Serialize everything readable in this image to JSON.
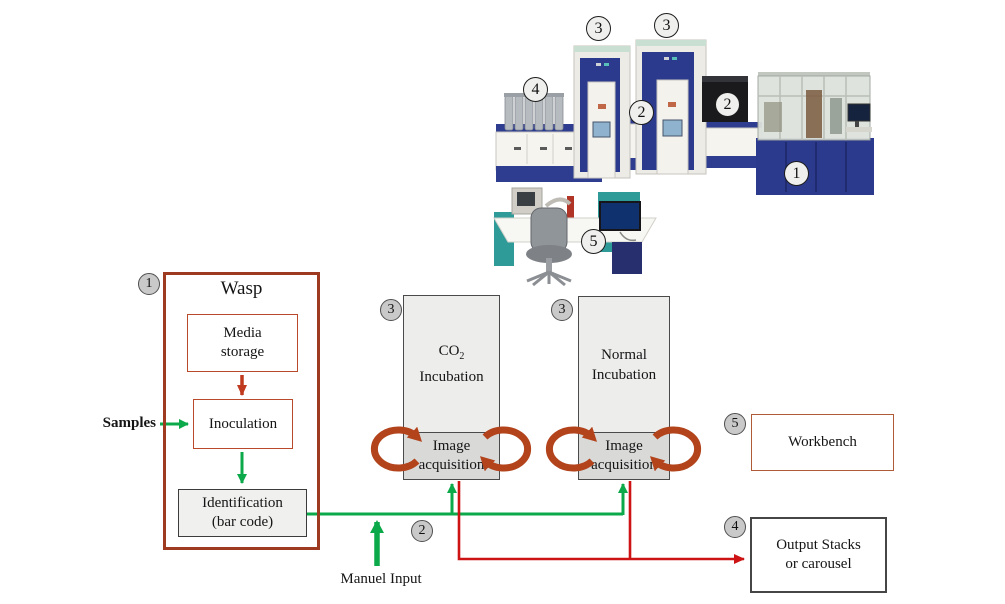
{
  "colors": {
    "flow_green": "#0ca94a",
    "flow_red": "#cd1313",
    "rust_arrow": "#bf3a1e",
    "wasp_border": "#9e3a1f",
    "rotation_arrow": "#b2431b",
    "machine_navy": "#2c3a8d",
    "workbench_teal": "#2f9b99"
  },
  "photo_badges": [
    {
      "name": "co2-incubator",
      "label": "3"
    },
    {
      "name": "normal-incubator",
      "label": "3"
    },
    {
      "name": "output-carousel",
      "label": "4"
    },
    {
      "name": "conveyor-left",
      "label": "2"
    },
    {
      "name": "conveyor-right",
      "label": "2"
    },
    {
      "name": "wasp-machine",
      "label": "1"
    },
    {
      "name": "workbench-desk",
      "label": "5"
    }
  ],
  "flowchart": {
    "wasp": {
      "badge": "1",
      "title": "Wasp",
      "media_storage_line1": "Media",
      "media_storage_line2": "storage",
      "inoculation": "Inoculation",
      "identification_line1": "Identification",
      "identification_line2": "(bar code)"
    },
    "samples_label": "Samples",
    "manual_input_badge": "2",
    "manual_input_label": "Manuel Input",
    "co2_incubation": {
      "badge": "3",
      "title_main": "CO",
      "title_sub": "2",
      "title_line2": "Incubation",
      "image_acq_line1": "Image",
      "image_acq_line2": "acquisition"
    },
    "normal_incubation": {
      "badge": "3",
      "title_line1": "Normal",
      "title_line2": "Incubation",
      "image_acq_line1": "Image",
      "image_acq_line2": "acquisition"
    },
    "workbench": {
      "badge": "5",
      "label": "Workbench"
    },
    "output_stacks": {
      "badge": "4",
      "line1": "Output Stacks",
      "line2": "or carousel"
    }
  }
}
